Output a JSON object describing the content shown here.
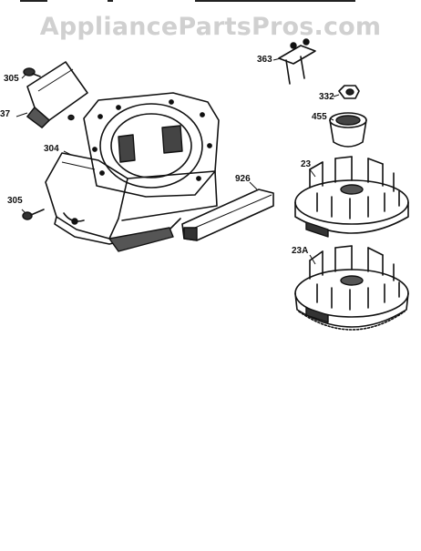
{
  "watermark": "AppliancePartsPros.com",
  "callouts": {
    "c305a": "305",
    "c37": "37",
    "c304": "304",
    "c305b": "305",
    "c363": "363",
    "c332": "332",
    "c455": "455",
    "c23": "23",
    "c926": "926",
    "c23a": "23A"
  },
  "colors": {
    "ink": "#111111",
    "watermark": "#d0d0d0",
    "background": "#ffffff"
  }
}
